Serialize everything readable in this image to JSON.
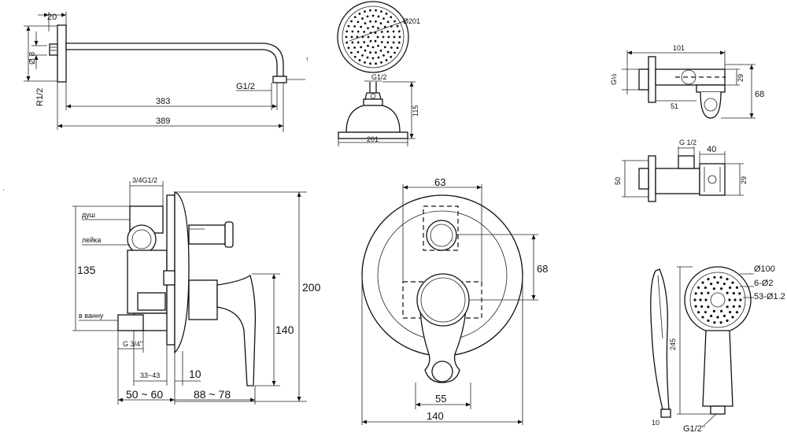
{
  "arm": {
    "d_left": "20",
    "d_r": "R1/2",
    "d_dia": "Ø 8",
    "d_g": "G1/2",
    "d_383": "383",
    "d_389": "389"
  },
  "headtop": {
    "d_dia": "Ø201"
  },
  "headside": {
    "d_g": "G1/2",
    "d_h": "115",
    "d_w": "201"
  },
  "holder1": {
    "d_101": "101",
    "d_g": "G½",
    "d_29": "29",
    "d_68": "68",
    "d_51": "51"
  },
  "holder2": {
    "d_g": "G 1/2",
    "d_40": "40",
    "d_50": "50",
    "d_29": "29"
  },
  "mixer": {
    "d_top": "3/4G1/2",
    "lbl_shower": "душ",
    "lbl_hand": "лейка",
    "lbl_bath": "в ванну",
    "d_135": "135",
    "d_g34": "G 3/4\"",
    "d_3343": "33~43",
    "d_10": "10",
    "d_5060": "50 ~ 60",
    "d_8878": "88 ~ 78",
    "d_140": "140",
    "d_200": "200"
  },
  "front": {
    "d_63": "63",
    "d_68": "68",
    "d_55": "55",
    "d_140": "140"
  },
  "handshower": {
    "d_100": "Ø100",
    "d_6": "6-Ø2",
    "d_53": "53-Ø1.2",
    "d_245": "245",
    "d_10": "10",
    "d_g": "G1/2\""
  }
}
